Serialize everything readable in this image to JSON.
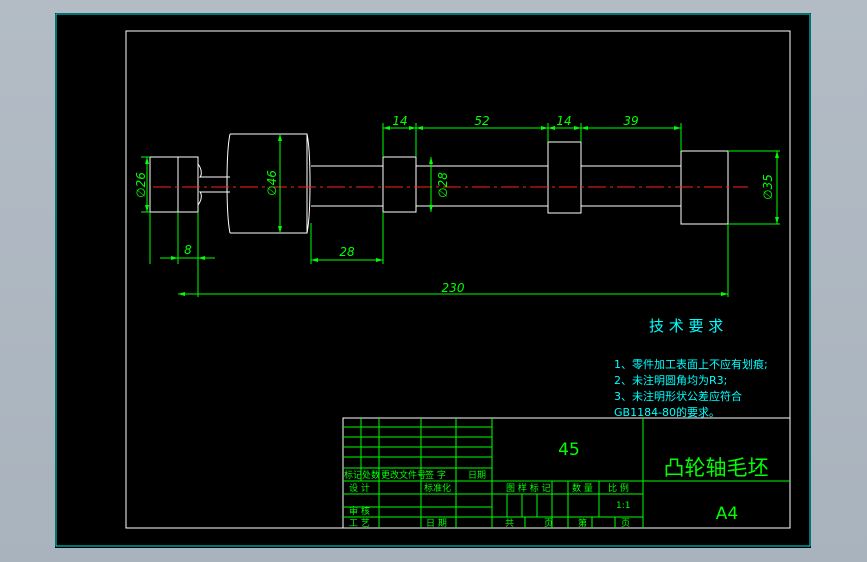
{
  "colors": {
    "background": "#000000",
    "frame": "#ffffff",
    "border_outer": "#00e6e6",
    "dimension": "#00ff00",
    "centerline": "#ff2020",
    "note_text": "#00ffff",
    "title_text": "#00ff00"
  },
  "dimensions": {
    "dia_26": "∅26",
    "dia_46": "∅46",
    "dia_28": "∅28",
    "dia_35": "∅35",
    "len_14_a": "14",
    "len_52": "52",
    "len_14_b": "14",
    "len_39": "39",
    "len_8": "8",
    "len_28": "28",
    "len_230": "230"
  },
  "tech_requirements": {
    "heading": "技 术 要 求",
    "items": [
      "1、零件加工表面上不应有划痕;",
      "2、未注明圆角均为R3;",
      "3、未注明形状公差应符合",
      "GB1184-80的要求。"
    ]
  },
  "title_block": {
    "material": "45",
    "part_name": "凸轮轴毛坯",
    "sheet_size": "A4",
    "headers": {
      "mark": "标记",
      "count": "处数",
      "change_doc": "更改文件号",
      "signature": "签 字",
      "date": "日期"
    },
    "rows": {
      "design": "设 计",
      "standard": "标准化",
      "review": "审 核",
      "process": "工 艺",
      "date": "日 期"
    },
    "stage_mark": "图 样 标 记",
    "quantity": "数 量",
    "scale_label": "比 例",
    "scale_value": "1:1",
    "total_prefix": "共",
    "page_unit": "页",
    "sheet_prefix": "第",
    "sheet_unit": "页"
  }
}
